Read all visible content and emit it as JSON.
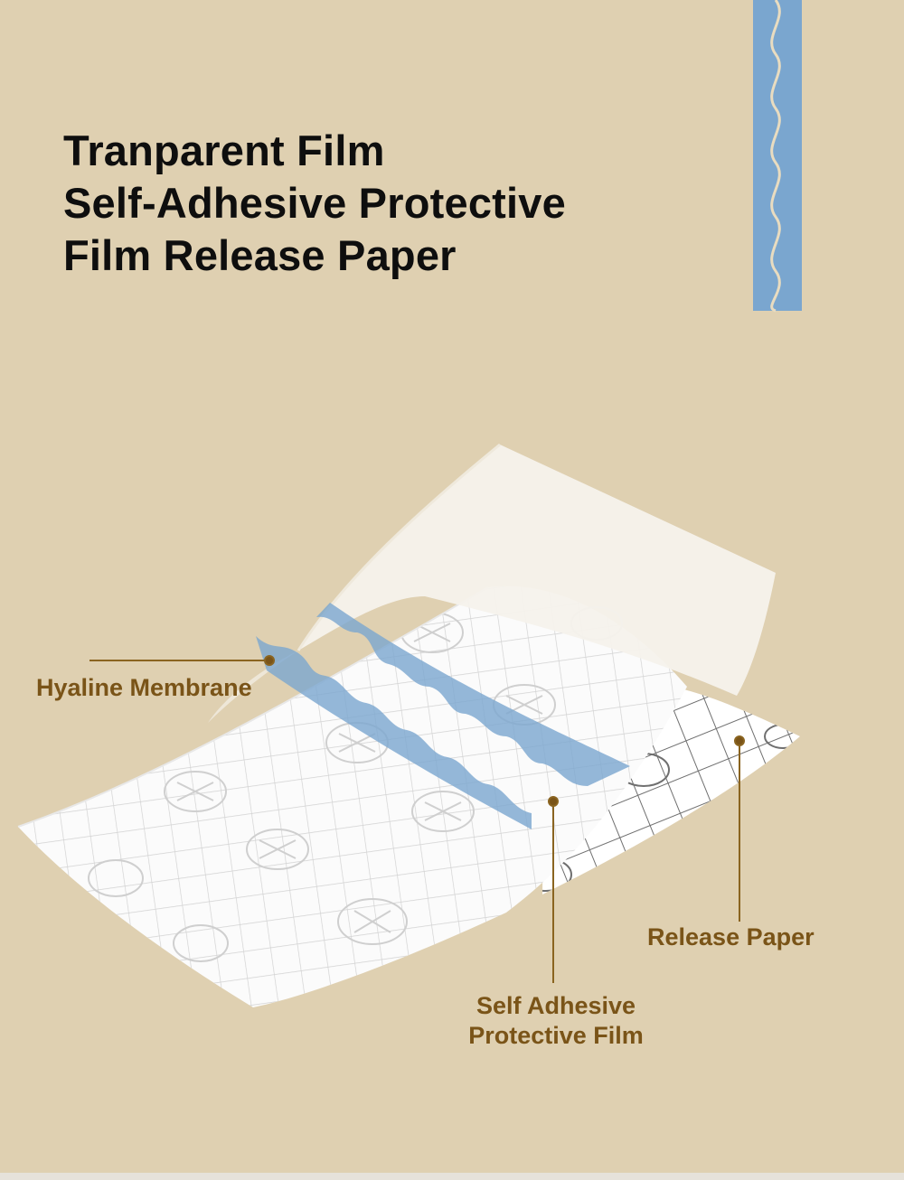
{
  "title": {
    "lines": [
      "Tranparent Film",
      "Self-Adhesive Protective",
      "Film Release Paper"
    ]
  },
  "callouts": {
    "hyaline_membrane": "Hyaline Membrane",
    "release_paper": "Release Paper",
    "self_adhesive_line1": "Self Adhesive",
    "self_adhesive_line2": "Protective Film"
  },
  "colors": {
    "background": "#dfd0b1",
    "title_text": "#0e0e0e",
    "callout_text": "#7a5418",
    "accent_blue": "#7aa6cf",
    "release_grid": "#6f6f6f",
    "film_grid": "#d2d2d2"
  },
  "icons": {
    "decorative_strip": "wavy-ribbon-icon",
    "film_pattern": "bandage-emblem-icon"
  }
}
